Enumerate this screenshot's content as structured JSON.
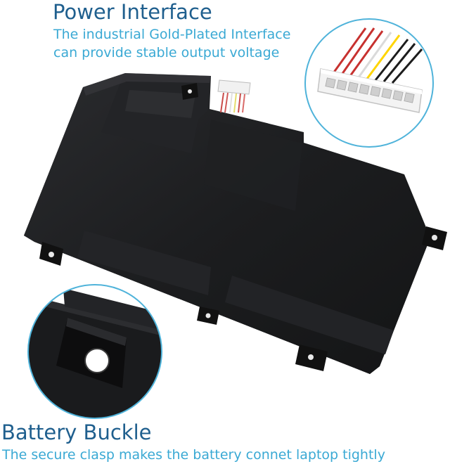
{
  "power_interface": {
    "title": "Power Interface",
    "caption_lines": [
      "The industrial Gold-Plated Interface",
      "can provide stable output voltage"
    ]
  },
  "battery_buckle": {
    "title": "Battery Buckle",
    "caption": "The secure clasp makes the battery connet laptop tightly"
  },
  "colors": {
    "heading": "#1f5f8e",
    "caption": "#3aa9d4",
    "callout_ring": "#4fb3da",
    "battery_body": "#1a1b1d"
  },
  "icons": [
    "battery-pack",
    "connector-cable",
    "mounting-tab"
  ]
}
